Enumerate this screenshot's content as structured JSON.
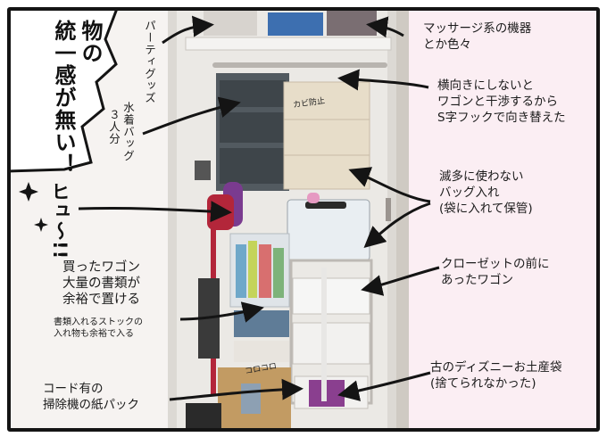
{
  "speech_bubble": {
    "line1": "統一感が無い！",
    "line2": "物の"
  },
  "sound_effect": "ヒュ〜!!",
  "labels": {
    "party_goods": "パーティグッズ",
    "swim_bags": "水着バッグ",
    "swim_bags_count": "３人分",
    "massage": [
      "マッサージ系の機器",
      "とか色々"
    ],
    "s_hook": [
      "横向きにしないと",
      "ワゴンと干渉するから",
      "S字フックで向き替えた"
    ],
    "rare_bags": [
      "滅多に使わない",
      "バッグ入れ",
      "(袋に入れて保管)"
    ],
    "wagon_front": [
      "クローゼットの前に",
      "あったワゴン"
    ],
    "bought_wagon": [
      "買ったワゴン",
      "大量の書類が",
      "余裕で置ける"
    ],
    "stock_note": [
      "書類入れるストックの",
      "入れ物も余裕で入る"
    ],
    "disney_bag": [
      "古のディズニーお土産袋",
      "(捨てられなかった)"
    ],
    "vacuum_pack": [
      "コード有の",
      "掃除機の紙パック"
    ]
  },
  "photo_notes": {
    "kabi": "カビ防止",
    "korokoro": "コロコロ"
  },
  "colors": {
    "panel_bg": "#fbeef3",
    "ink": "#141414",
    "closet_wall": "#e6e4e0",
    "shelf_organizer": "#525a60",
    "vacuum_red": "#b3263a",
    "vacuum_purple": "#7a3b8f",
    "basket_blue": "#3d6fb0"
  }
}
